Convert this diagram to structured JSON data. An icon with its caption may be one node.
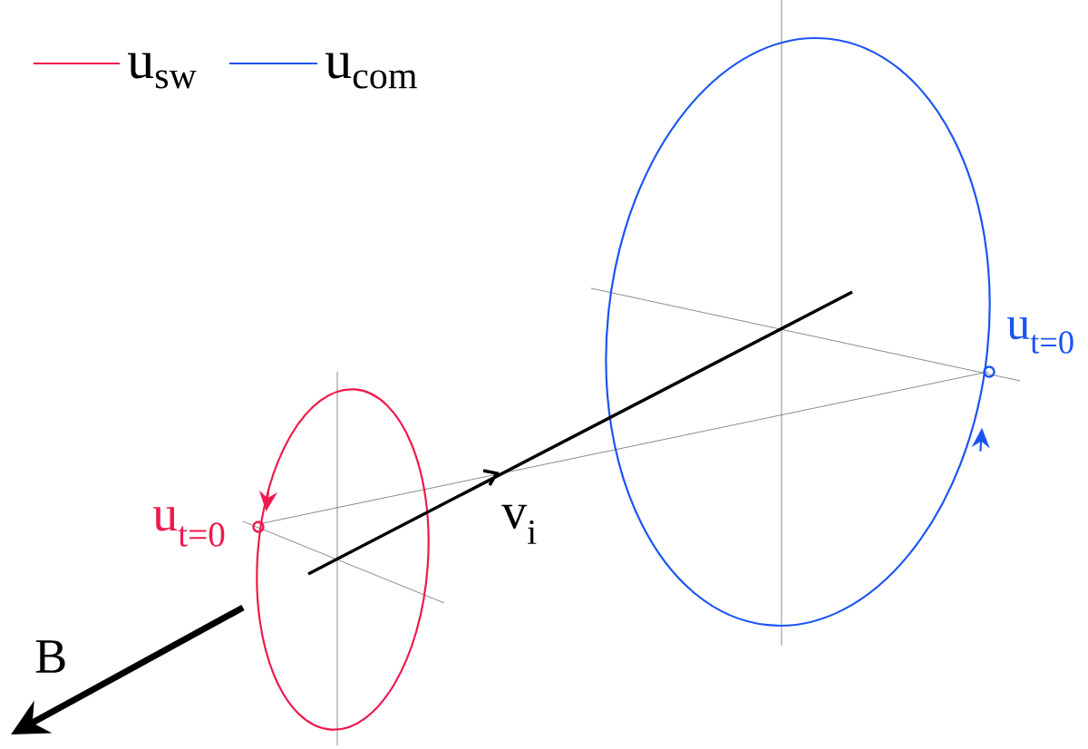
{
  "diagram": {
    "labels": [
      "u$_{t=0}$",
      "u$_{t=0}$",
      "v$_{i}$",
      "B"
    ],
    "legend": [
      {
        "text": "u$_{sw}$"
      },
      {
        "text": "u$_{com}$"
      }
    ]
  }
}
